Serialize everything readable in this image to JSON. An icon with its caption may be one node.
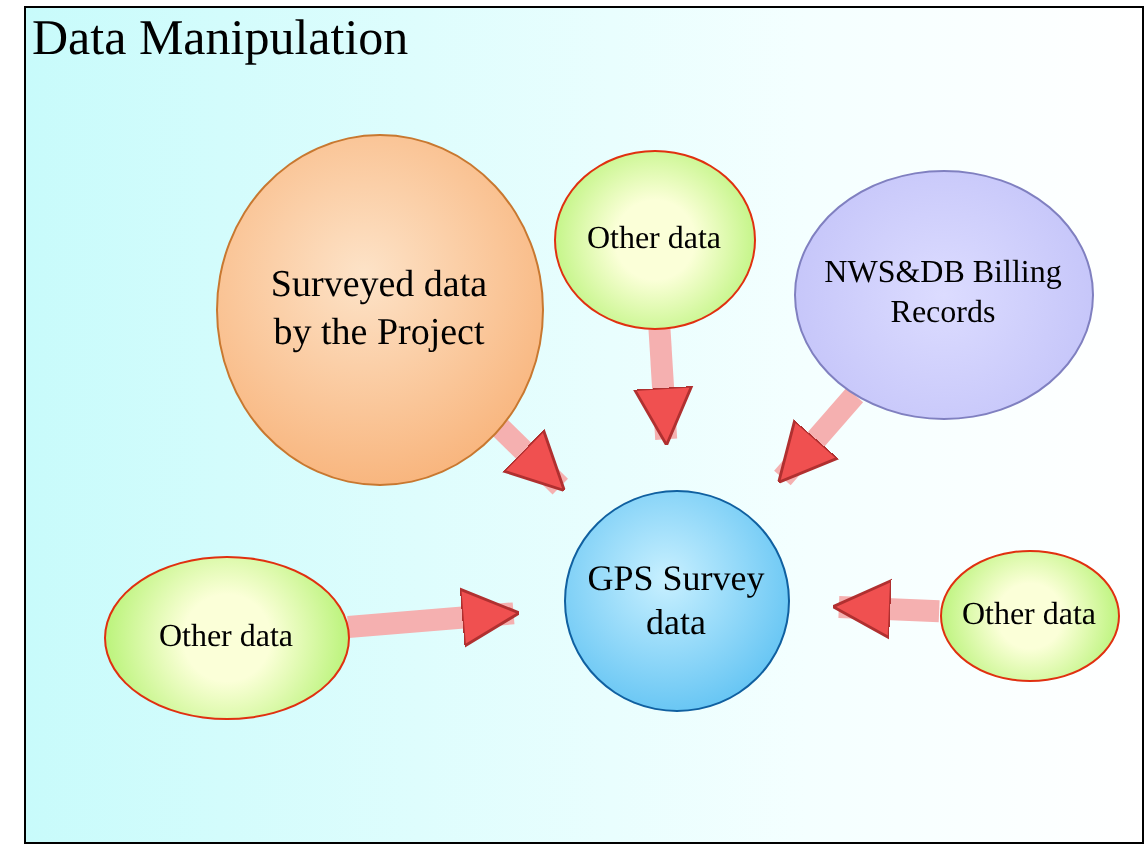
{
  "diagram": {
    "title": "Data Manipulation",
    "nodes": [
      {
        "text": [
          "Surveyed data by the Project"
        ]
      },
      {
        "text": [
          "Other data"
        ]
      },
      {
        "text": [
          "NWS&DB Billing Records"
        ]
      },
      {
        "text": [
          "Other data"
        ]
      },
      {
        "text": [
          "GPS Survey data"
        ]
      },
      {
        "text": [
          "Other data"
        ]
      }
    ],
    "edges": [
      {
        "from": 0,
        "to": 4,
        "arrow": "to"
      },
      {
        "from": 1,
        "to": 4,
        "arrow": "to"
      },
      {
        "from": 2,
        "to": 4,
        "arrow": "to"
      },
      {
        "from": 3,
        "to": 4,
        "arrow": "to"
      },
      {
        "from": 5,
        "to": 4,
        "arrow": "to"
      }
    ]
  }
}
